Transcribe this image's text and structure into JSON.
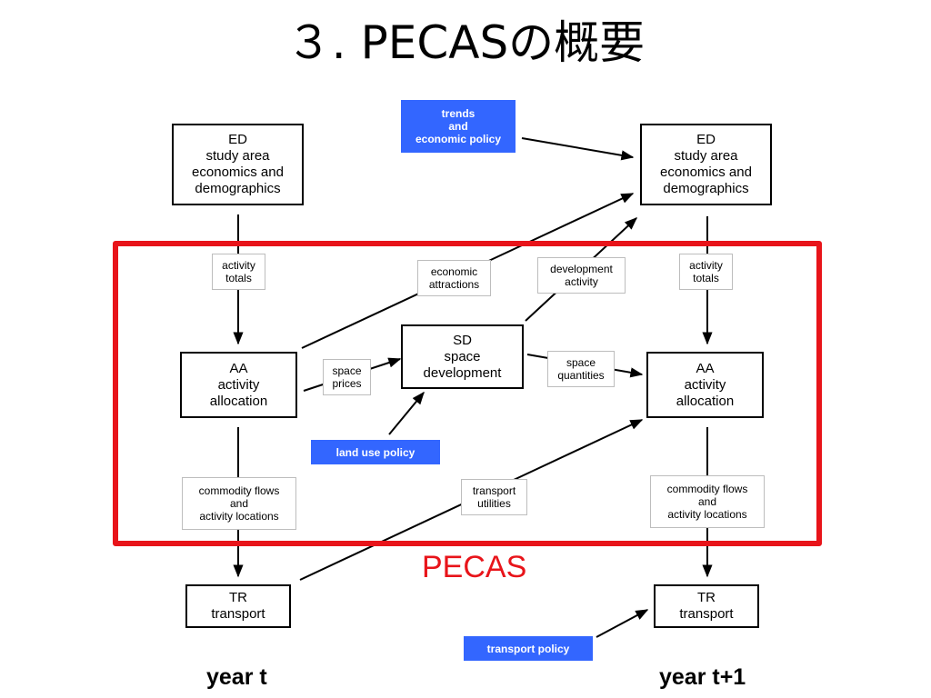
{
  "title": "３. PECASの概要",
  "boxes": {
    "ed_left": "ED\nstudy area\neconomics and\ndemographics",
    "ed_right": "ED\nstudy area\neconomics and\ndemographics",
    "aa_left": "AA\nactivity\nallocation",
    "aa_right": "AA\nactivity\nallocation",
    "sd": "SD\nspace\ndevelopment",
    "tr_left": "TR\ntransport",
    "tr_right": "TR\ntransport"
  },
  "labels": {
    "activity_totals_left": "activity\ntotals",
    "activity_totals_right": "activity\ntotals",
    "economic_attractions": "economic\nattractions",
    "development_activity": "development\nactivity",
    "space_prices": "space\nprices",
    "space_quantities": "space\nquantities",
    "commodity_flows_left": "commodity flows\nand\nactivity locations",
    "commodity_flows_right": "commodity flows\nand\nactivity locations",
    "transport_utilities": "transport\nutilities"
  },
  "policies": {
    "trends": "trends\nand\neconomic policy",
    "land_use": "land use policy",
    "transport": "transport policy"
  },
  "pecas_label": "PECAS",
  "years": {
    "left": "year t",
    "right": "year t+1"
  },
  "colors": {
    "pecas_frame": "#e8141a",
    "policy_fill": "#3366ff"
  }
}
